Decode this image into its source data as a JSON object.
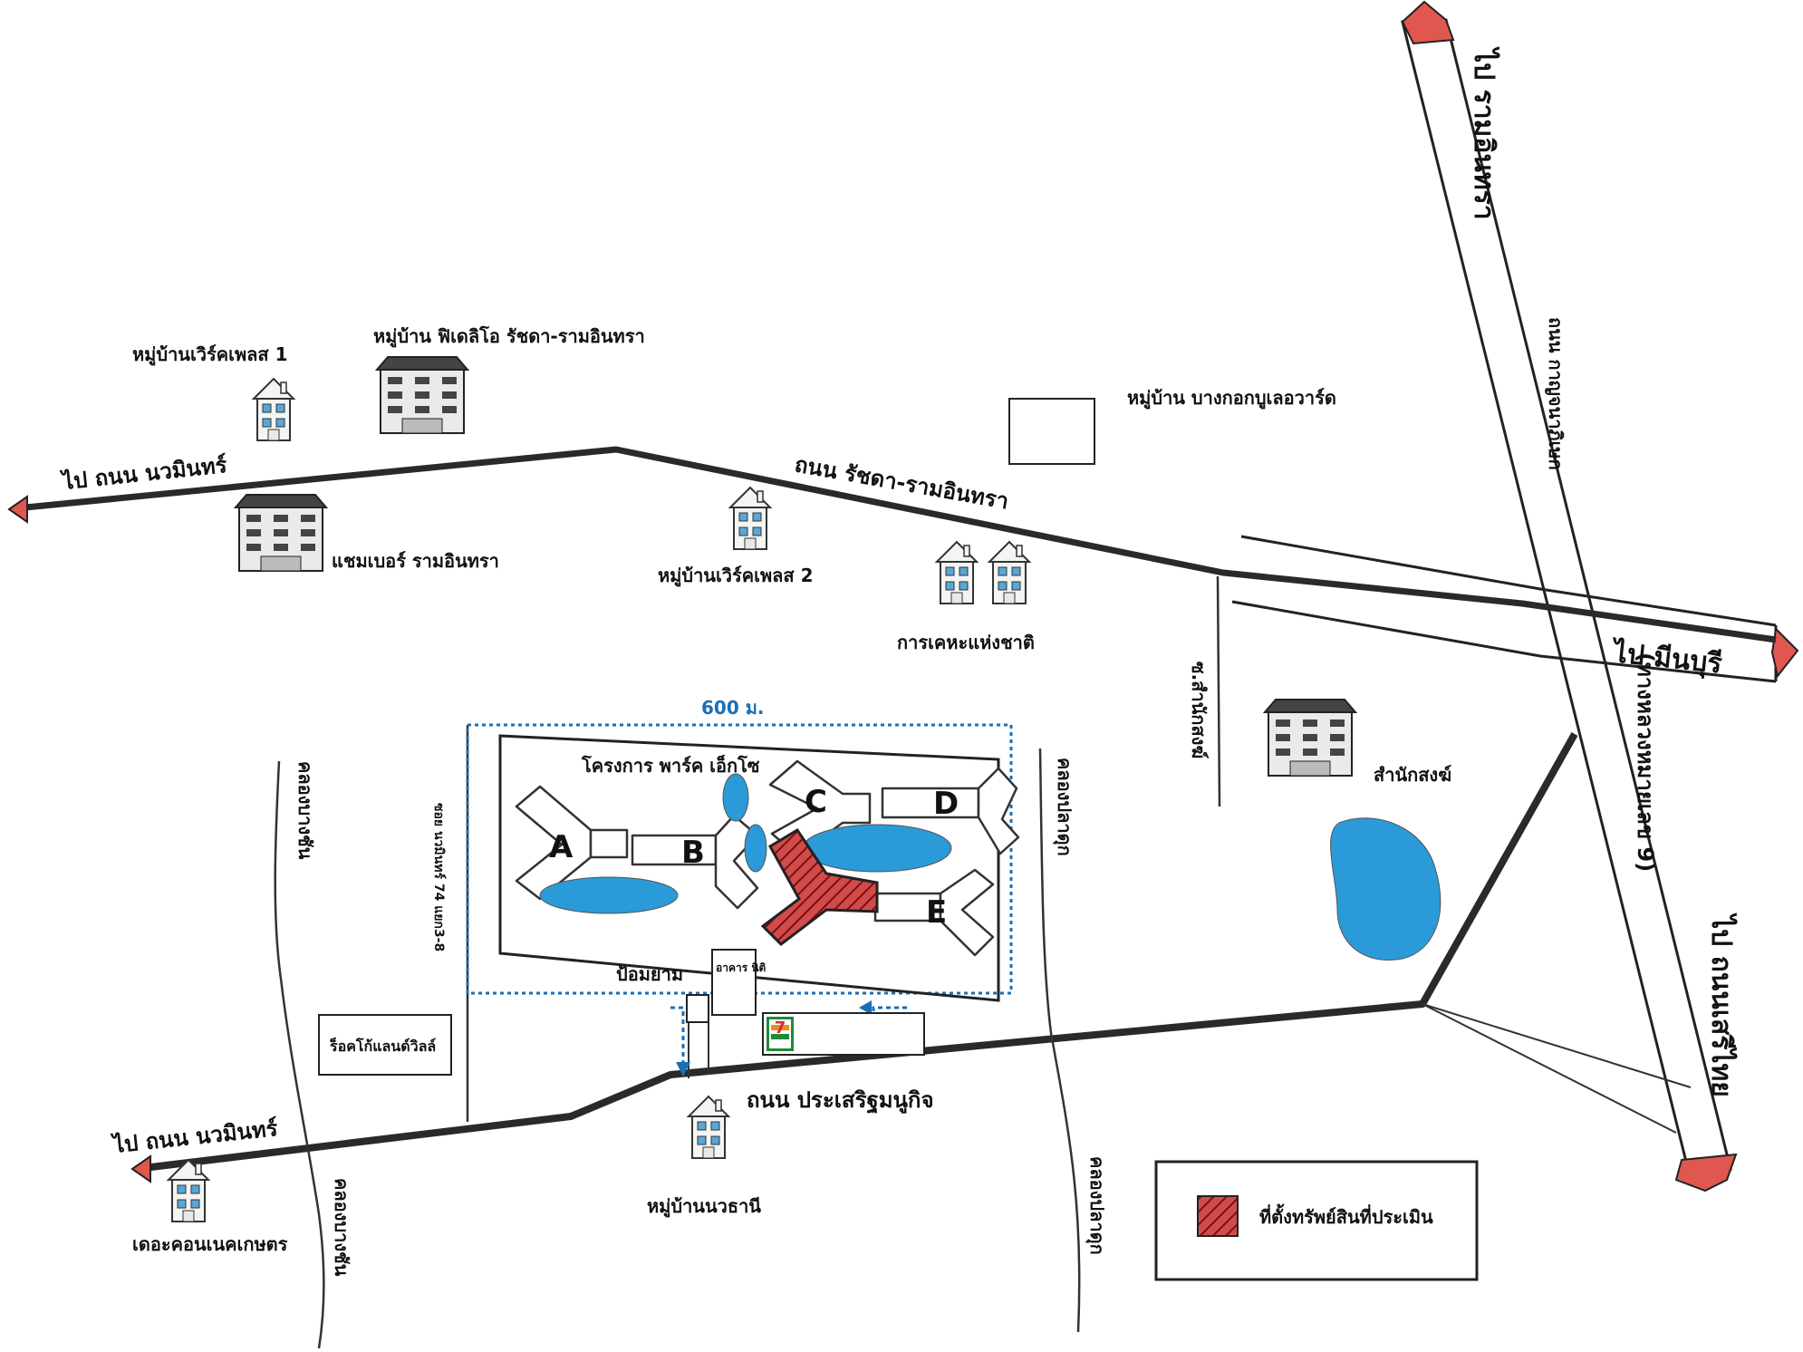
{
  "labels": {
    "to_ram_inthra": "ไป รามอินทรา",
    "outer_ring_top": "ถนน กาญจนาภิเษก",
    "outer_ring_side": "(ทางหลวงหมายเลข 9)",
    "to_seri_thai": "ไป ถนนเสรีไทย",
    "to_min_buri": "ไป มีนบุรี",
    "to_nawamin_top": "ไป ถนน นวมินทร์",
    "to_nawamin_bottom": "ไป ถนน นวมินทร์",
    "road_ratchada": "ถนน รัชดา-รามอินทรา",
    "road_prasert": "ถนน ประเสริฐมนูกิจ",
    "village_wirk_1": "หมู่บ้านเวิร์คเพลส 1",
    "village_fidelio": "หมู่บ้าน ฟิเดลิโอ รัชดา-รามอินทรา",
    "village_bangkok_boulevard": "หมู่บ้าน บางกอกบูเลอวาร์ด",
    "chamber": "แชมเบอร์ รามอินทรา",
    "village_wirk_2": "หมู่บ้านเวิร์คเพลส 2",
    "karn_kheha": "การเคหะแห่งชาติ",
    "soi_samnak_song": "ซ.สำนักสงฆ์",
    "samnak_song": "สำนักสงฆ์",
    "distance_600": "600 ม.",
    "project_park": "โครงการ พาร์ค เอ็กโซ",
    "canal_bang_chan": "คลองบางชัน",
    "soi_nawamin_74": "ซอย นวมินทร์ 74 แยก3-8",
    "canal_pla_duk": "คลองปลาดุก",
    "guard_post": "ป้อมยาม",
    "juristic_building": "อาคาร นิติ",
    "seven_eleven": "7-ELEVEN",
    "road_sign_shop": "ร็อคโก้แลนด์วิลล์",
    "village_nawathani": "หมู่บ้านนวธานี",
    "the_connect": "เดอะคอนเนคเกษตร",
    "building_a": "A",
    "building_b": "B",
    "building_c": "C",
    "building_d": "D",
    "building_e": "E",
    "legend_text": "ที่ตั้งทรัพย์สินที่ประเมิน"
  },
  "icons": {
    "house": "house-icon",
    "apartment": "apartment-icon",
    "direction_arrow": "direction-arrow-icon",
    "subject_property": "subject-property-marker",
    "pond": "pond-icon"
  },
  "colors": {
    "road": "#2a2a2a",
    "pond": "#2b9ad8",
    "arrow": "#e0574f",
    "subject": "#c43a3a",
    "dashed_boundary": "#1a6fb5",
    "seven_green": "#1f8a3a",
    "seven_orange": "#f08c1a"
  }
}
